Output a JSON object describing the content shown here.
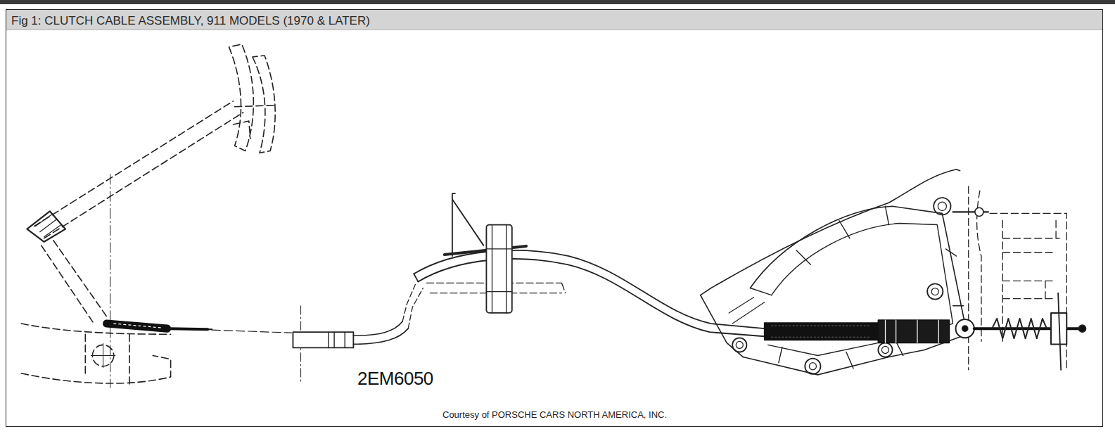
{
  "diagram": {
    "title": "Fig 1: CLUTCH CABLE ASSEMBLY, 911 MODELS (1970 & LATER)",
    "caption": "Courtesy of PORSCHE CARS NORTH AMERICA, INC.",
    "labels": [
      "2EM6050"
    ]
  }
}
